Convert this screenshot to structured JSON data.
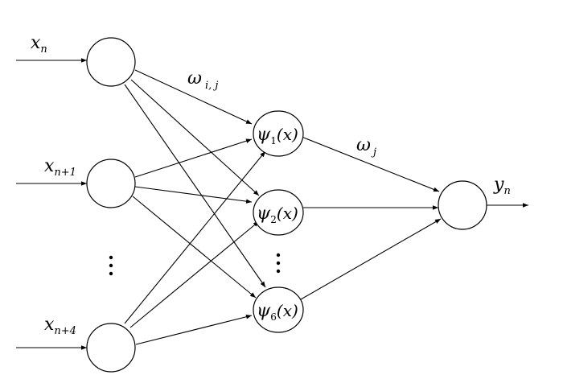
{
  "diagram": {
    "inputs": [
      {
        "symbol": "x",
        "subscript": "n"
      },
      {
        "symbol": "x",
        "subscript": "n+1"
      },
      {
        "symbol": "x",
        "subscript": "n+4"
      }
    ],
    "hidden": [
      {
        "symbol": "ψ",
        "subscript": "1",
        "arg": "(x)"
      },
      {
        "symbol": "ψ",
        "subscript": "2",
        "arg": "(x)"
      },
      {
        "symbol": "ψ",
        "subscript": "6",
        "arg": "(x)"
      }
    ],
    "output": {
      "symbol": "y",
      "subscript": "n"
    },
    "weight_input_hidden": {
      "symbol": "ω",
      "subscript": "i, j"
    },
    "weight_hidden_output": {
      "symbol": "ω",
      "subscript": "j"
    }
  }
}
